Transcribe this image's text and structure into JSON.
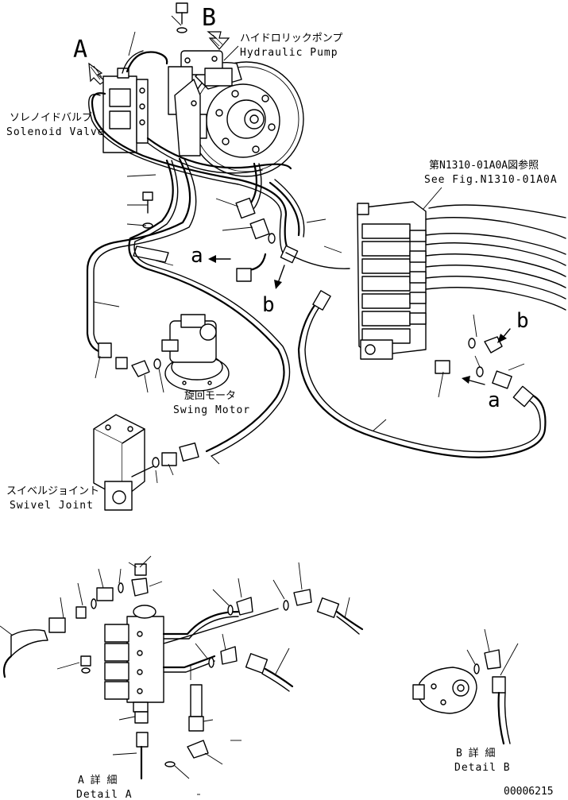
{
  "callouts": {
    "view_a": "A",
    "view_b": "B",
    "arrow_a_left": "a",
    "arrow_b_down": "b",
    "arrow_b_right": "b",
    "arrow_a_bottom": "a"
  },
  "labels": {
    "hydraulic_pump_jp": "ハイドロリックポンプ",
    "hydraulic_pump_en": "Hydraulic Pump",
    "solenoid_valve_jp": "ソレノイドバルブ",
    "solenoid_valve_en": "Solenoid Valve",
    "see_fig_jp": "第N1310-01A0A図参照",
    "see_fig_en": "See Fig.N1310-01A0A",
    "swing_motor_jp": "旋回モータ",
    "swing_motor_en": "Swing Motor",
    "swivel_joint_jp": "スイベルジョイント",
    "swivel_joint_en": "Swivel Joint",
    "detail_a_jp": "A 詳 細",
    "detail_a_en": "Detail A",
    "detail_b_jp": "B 詳 細",
    "detail_b_en": "Detail B"
  },
  "drawing_number": "00006215",
  "colors": {
    "ink": "#000000",
    "paper": "#ffffff"
  }
}
